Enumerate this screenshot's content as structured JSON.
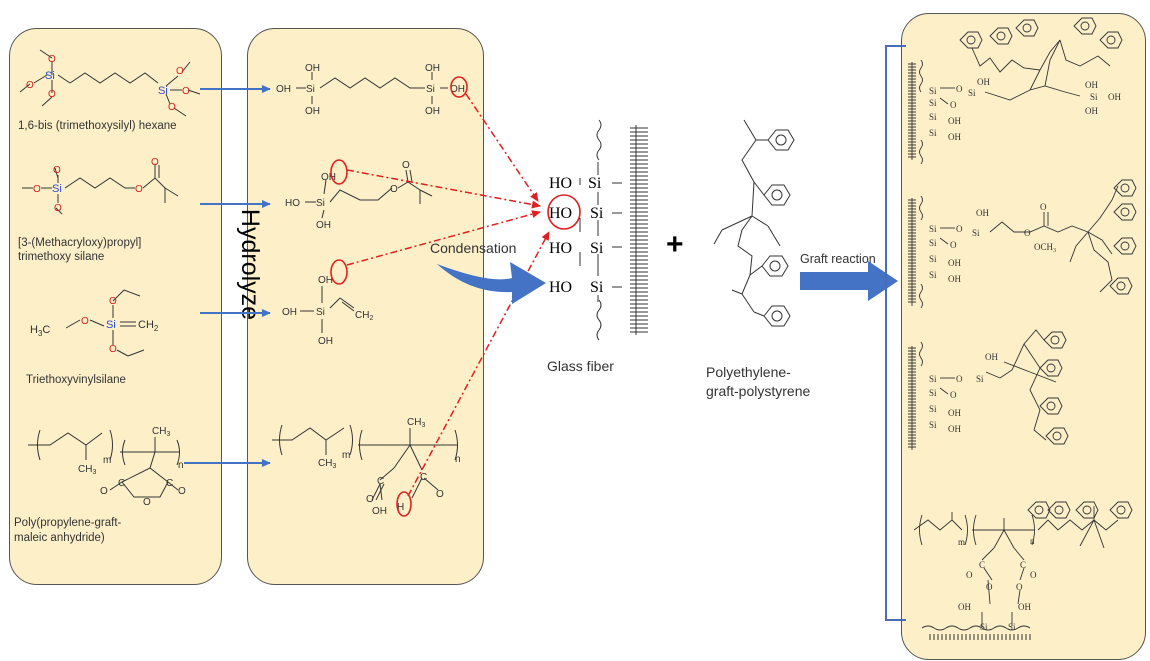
{
  "colors": {
    "panel_fill": "#fdf0c9",
    "panel_border": "#555555",
    "arrow_blue": "#4472c4",
    "bracket_blue": "#4a6bb5",
    "highlight_red": "#e02020",
    "silicon_blue": "#2a4bd7",
    "oxygen_red": "#d02020"
  },
  "reactants": {
    "bis_silane": "1,6-bis (trimethoxysilyl)  hexane",
    "methacryloxy_line1": "[3-(Methacryloxy)propyl]",
    "methacryloxy_line2": "trimethoxy silane",
    "vinyl_silane": "Triethoxyvinylsilane",
    "pp_g_ma_line1": "Poly(propylene-graft-",
    "pp_g_ma_line2": "maleic anhydride)"
  },
  "process": {
    "hydrolyze": "Hydrolyze",
    "condensation": "Condensation",
    "glass_fiber": "Glass fiber",
    "plus": "+",
    "pe_g_ps_line1": "Polyethylene-",
    "pe_g_ps_line2": "graft-polystyrene",
    "graft_reaction": "Graft reaction"
  },
  "atoms": {
    "si": "Si",
    "o": "O",
    "oh": "OH",
    "ho": "HO",
    "h": "H",
    "c": "C",
    "ch3": "CH",
    "ch2": "CH",
    "sub3": "3",
    "sub2": "2",
    "m": "m",
    "n": "n",
    "och3": "OCH",
    "h3c": "H",
    "h3c_c": "C"
  }
}
